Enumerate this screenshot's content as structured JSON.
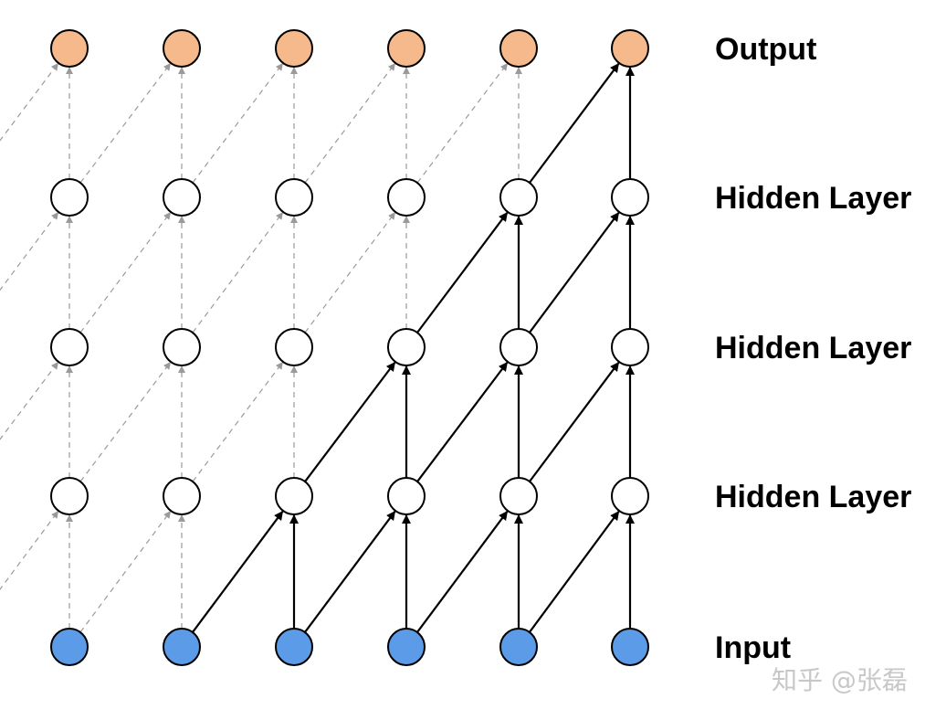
{
  "layers": [
    {
      "label": "Output",
      "fill": "#f5b98c",
      "role": "output"
    },
    {
      "label": "Hidden Layer",
      "fill": "#ffffff",
      "role": "hidden"
    },
    {
      "label": "Hidden Layer",
      "fill": "#ffffff",
      "role": "hidden"
    },
    {
      "label": "Hidden Layer",
      "fill": "#ffffff",
      "role": "hidden"
    },
    {
      "label": "Input",
      "fill": "#5b9be8",
      "role": "input"
    }
  ],
  "columns": 6,
  "connections": {
    "active_color": "#000000",
    "inactive_color": "#9a9a9a",
    "dilation": 1,
    "receptive_field_target": "last-output"
  },
  "watermark": "知乎 @张磊"
}
